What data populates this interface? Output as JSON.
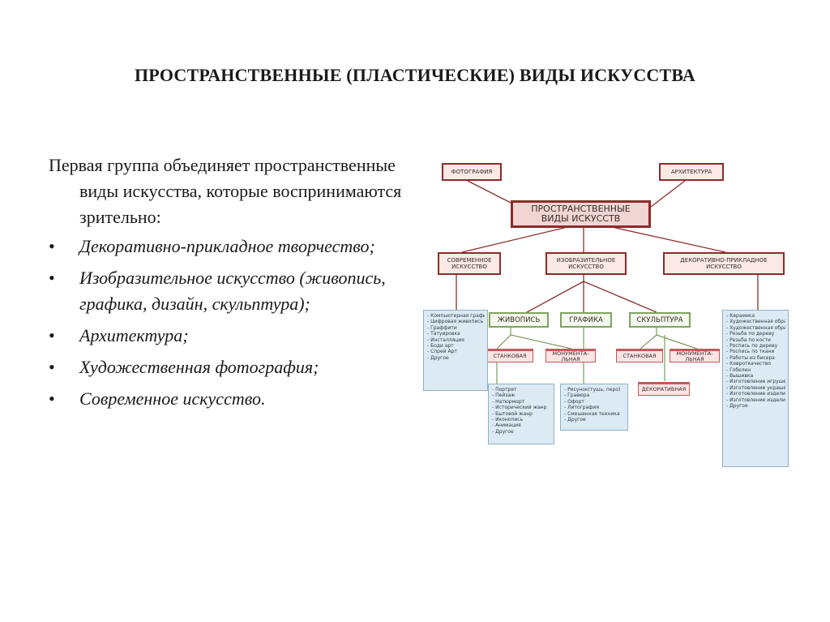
{
  "title": "ПРОСТРАНСТВЕННЫЕ (ПЛАСТИЧЕСКИЕ) ВИДЫ ИСКУССТВА",
  "intro": "Первая группа объединяет пространственные виды искусства, которые воспринимаются зрительно:",
  "bullet_symbol": "•",
  "items": [
    "Декоративно-прикладное творчество;",
    "Изобразительное искусство (живопись, графика, дизайн, скульптура);",
    "Архитектура;",
    "Художественная фотография;",
    "Современное искусство."
  ],
  "diagram": {
    "root": "ПРОСТРАНСТВЕННЫЕ ВИДЫ ИСКУССТВ",
    "photo": "ФОТОГРАФИЯ",
    "architecture": "АРХИТЕКТУРА",
    "modern": "СОВРЕМЕННОЕ ИСКУССТВО",
    "fine": "ИЗОБРАЗИТЕЛЬНОЕ ИСКУССТВО",
    "decorative": "ДЕКОРАТИВНО-ПРИКЛАДНОЕ ИСКУССТВО",
    "painting": "ЖИВОПИСЬ",
    "graphics": "ГРАФИКА",
    "sculpture": "СКУЛЬПТУРА",
    "painting_easel": "СТАНКОВАЯ",
    "painting_monumental": "МОНУМЕНТА-ЛЬНАЯ",
    "sculpture_easel": "СТАНКОВАЯ",
    "sculpture_monumental": "МОНУМЕНТА-ЛЬНАЯ",
    "sculpture_decorative": "ДЕКОРАТИВНАЯ",
    "modern_list": [
      "- Компьютерная графика",
      "- Цифровая живопись",
      "- Граффити",
      "- Татуировка",
      "- Инсталляция",
      "- Боди арт",
      "- Спрей Арт",
      "- Другое"
    ],
    "painting_list": [
      "- Портрет",
      "- Пейзаж",
      "- Натюрморт",
      "- Исторический жанр",
      "- Бытовой жанр",
      "- Иконопись",
      "- Анимация",
      "- Другое"
    ],
    "graphics_list": [
      "- Рисунок(тушь, перо)",
      "- Гравюра",
      "- Офорт",
      "- Литография",
      "- Смешанная техника",
      "- Другое"
    ],
    "decorative_list": [
      "- Керамика",
      "- Художественная обработка камня",
      "- Художественная обработка металла",
      "- Резьба по дереву",
      "- Резьба по кости",
      "- Роспись по дереву",
      "- Роспись по ткани",
      "- Работы из бисера",
      "- Ковроткачество",
      "- Гобелен",
      "- Вышивка",
      "- Изготовление игрушек",
      "- Изготовление украшений",
      "- Изготовление изделий из стекла",
      "- Изготовление изделий из кожи",
      "- Другое"
    ]
  }
}
